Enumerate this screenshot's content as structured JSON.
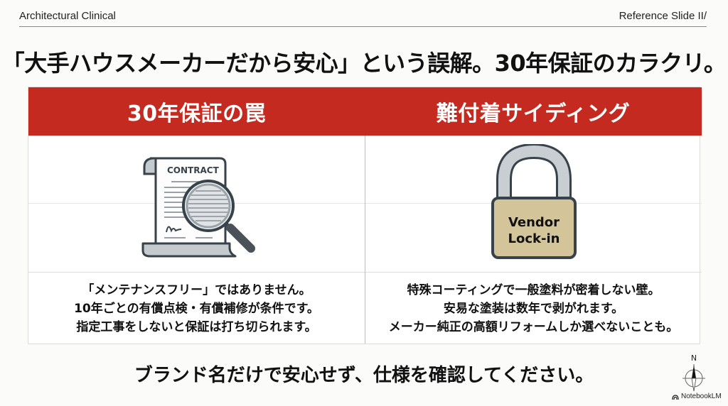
{
  "header": {
    "left_label": "Architectural Clinical",
    "right_label": "Reference Slide II/"
  },
  "title": "「大手ハウスメーカーだから安心」という誤解。30年保証のカラクリ。",
  "colors": {
    "accent_red": "#c42a20",
    "padlock_body": "#d4c49a",
    "padlock_shackle": "#c9ced3",
    "icon_outline": "#37424a"
  },
  "columns": [
    {
      "heading": "30年保証の罠",
      "icon": "contract-magnifier-icon",
      "icon_label": "CONTRACT",
      "lines": [
        "「メンテナンスフリー」ではありません。",
        "10年ごとの有償点検・有償補修が条件です。",
        "指定工事をしないと保証は打ち切られます。"
      ]
    },
    {
      "heading": "難付着サイディング",
      "icon": "padlock-icon",
      "icon_label_line1": "Vendor",
      "icon_label_line2": "Lock-in",
      "lines": [
        "特殊コーティングで一般塗料が密着しない壁。",
        "安易な塗装は数年で剥がれます。",
        "メーカー純正の高額リフォームしか選べないことも。"
      ]
    }
  ],
  "footer_message": "ブランド名だけで安心せず、仕様を確認してください。",
  "compass": {
    "north_label": "N"
  },
  "brand": {
    "label": "NotebookLM"
  }
}
